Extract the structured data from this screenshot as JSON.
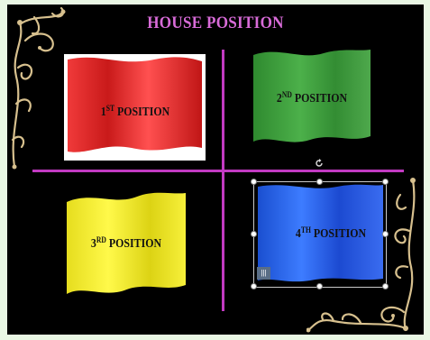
{
  "slide": {
    "title": "HOUSE POSITION",
    "positions": [
      {
        "number": "1",
        "suffix": "ST",
        "word": "POSITION",
        "color": "#e02424"
      },
      {
        "number": "2",
        "suffix": "ND",
        "word": "POSITION",
        "color": "#3f9f3c"
      },
      {
        "number": "3",
        "suffix": "RD",
        "word": "POSITION",
        "color": "#f0ea2a"
      },
      {
        "number": "4",
        "suffix": "TH",
        "word": "POSITION",
        "color": "#1f55d9"
      }
    ],
    "selected_tag": "|||"
  },
  "colors": {
    "background": "#000000",
    "title": "#d86bd8",
    "divider": "#c23ac2",
    "ornament": "#d7c08e"
  },
  "icons": {
    "rotate": "rotate-icon",
    "ornaments": [
      "corner-scroll-ornament-top-left",
      "corner-scroll-ornament-bottom-right"
    ]
  }
}
